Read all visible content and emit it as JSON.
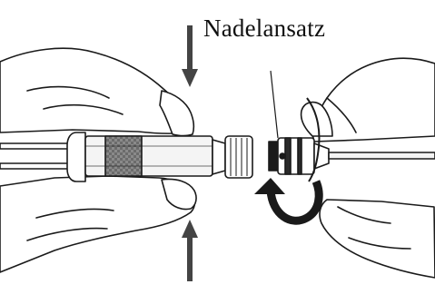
{
  "diagram": {
    "needle_hub_label": "Nadelansatz"
  },
  "colors": {
    "ink": "#1a1a1a",
    "hand_fill": "#ffffff",
    "barrel_fill": "#f4f4f4",
    "band_fill": "#7a7a7a",
    "tint": "#e6e6e6"
  },
  "icons": {
    "arrow_down": "press-down-arrow",
    "arrow_up": "press-up-arrow",
    "rotate": "twist-arrow"
  }
}
